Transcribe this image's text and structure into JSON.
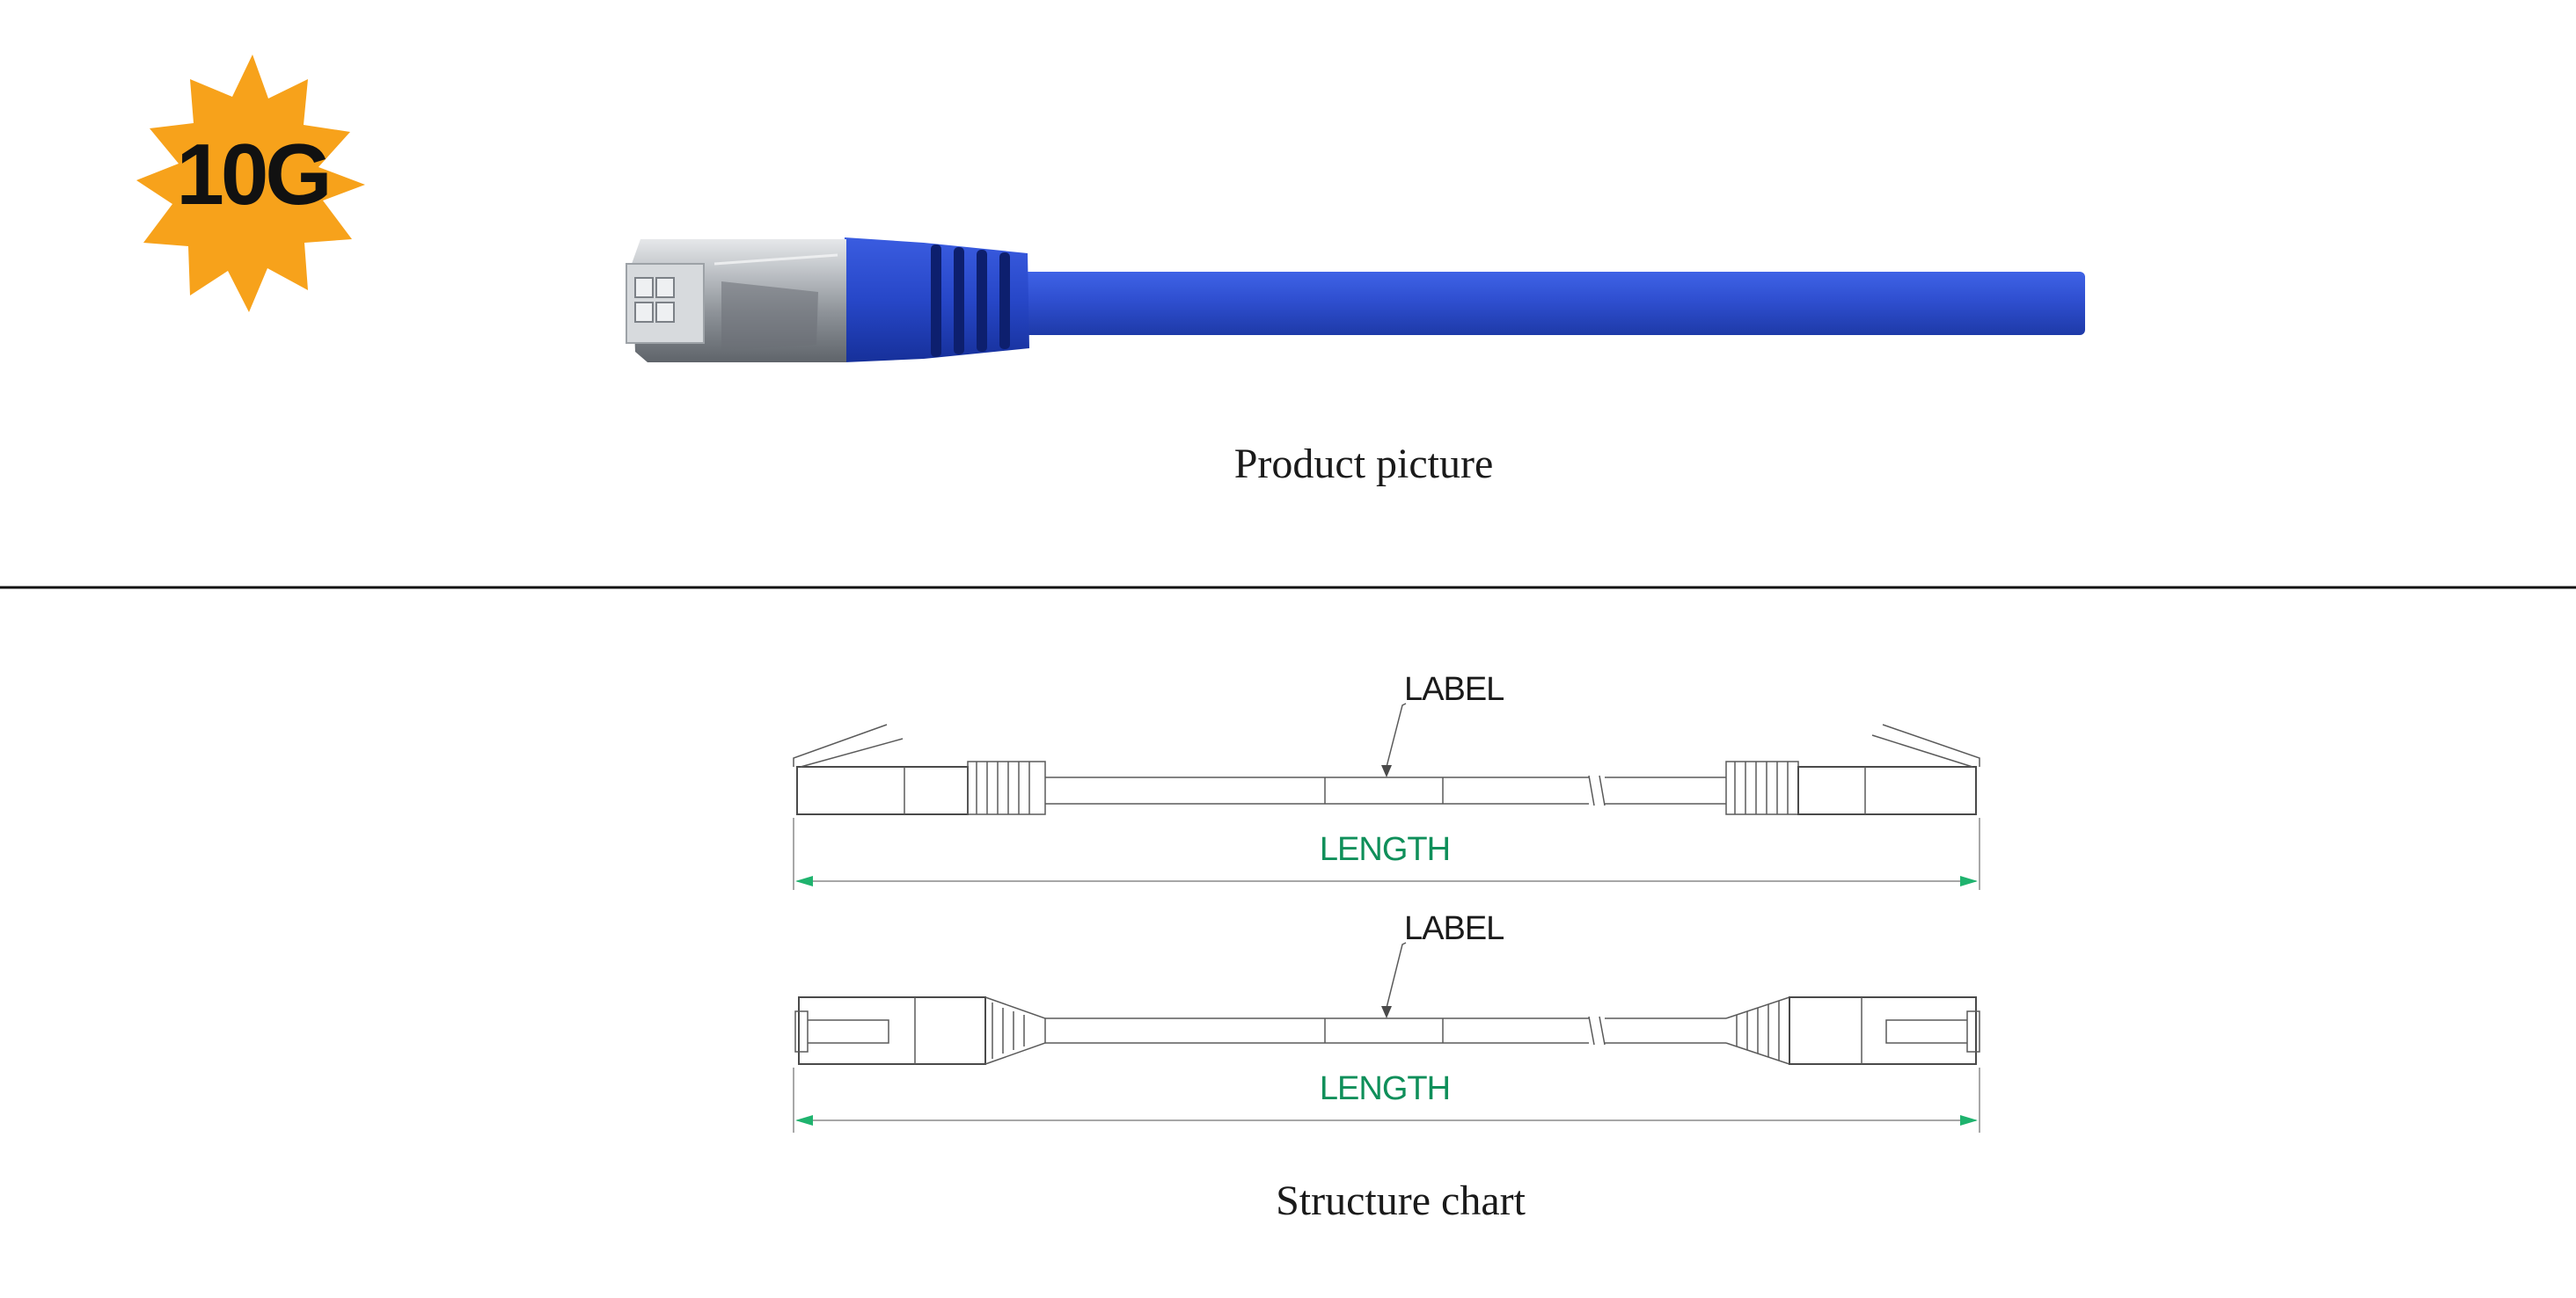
{
  "badge": {
    "text": "10G",
    "color": "#F7A21B"
  },
  "product": {
    "caption": "Product picture",
    "cable_color": "#2F4FD0"
  },
  "structure": {
    "caption": "Structure chart",
    "side_view": {
      "label": "LABEL",
      "dimension": "LENGTH"
    },
    "top_view": {
      "label": "LABEL",
      "dimension": "LENGTH"
    },
    "dimension_color": "#0f8f5a"
  }
}
